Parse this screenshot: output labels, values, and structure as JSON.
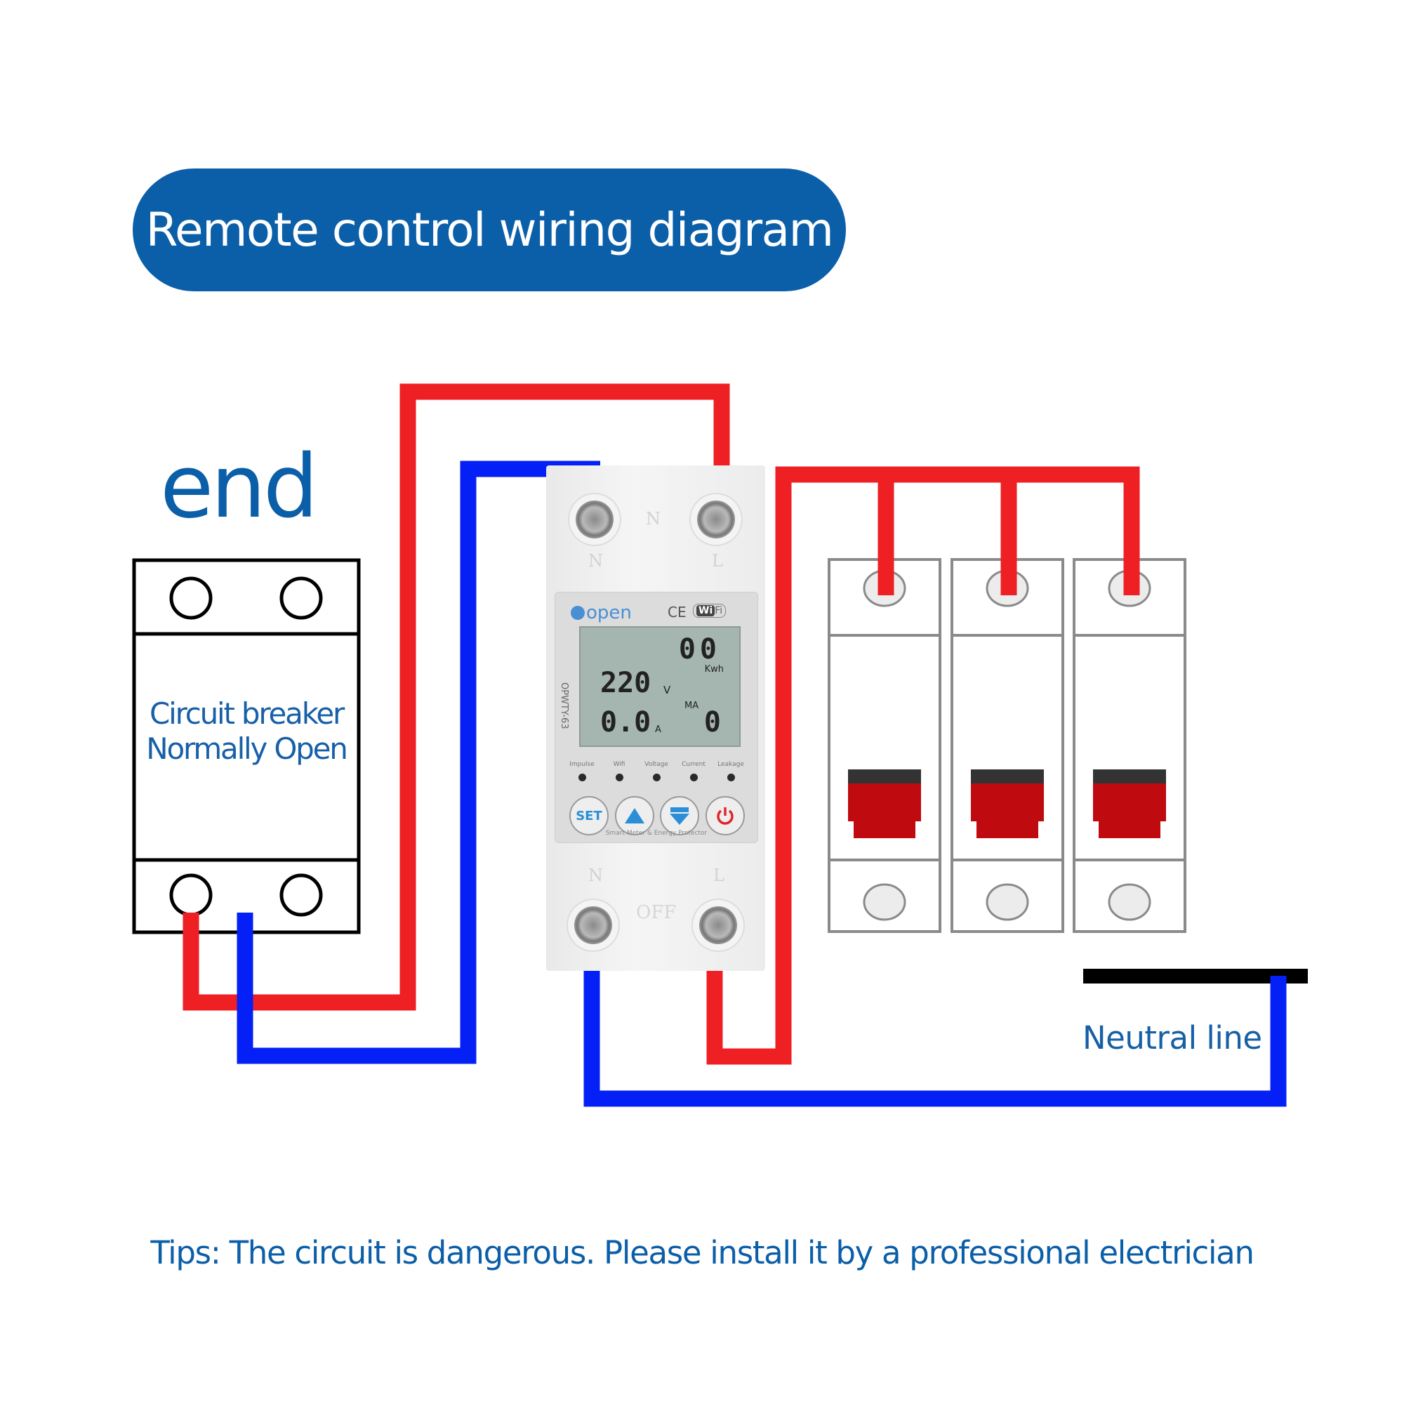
{
  "title": "Remote control wiring diagram",
  "end_label": "end",
  "circuit_breaker": {
    "line1": "Circuit breaker",
    "line2": "Normally Open"
  },
  "meter": {
    "brand": "open",
    "ce_mark": "CE",
    "wifi_badge": [
      "Wi",
      "Fi"
    ],
    "model": "OPWTY-63",
    "top_terminals": [
      "N",
      "N",
      "L"
    ],
    "bottom_terminals": [
      "N",
      "L"
    ],
    "bottom_mark": "OFF",
    "lcd": {
      "energy": "00",
      "energy_unit": "Kwh",
      "voltage": "220",
      "voltage_unit": "V",
      "current": "0.0",
      "current_unit": "A",
      "leakage": "0",
      "leakage_unit": "MA"
    },
    "indicators": [
      "Impulse",
      "Wifi",
      "Voltage",
      "Current",
      "Leakage"
    ],
    "buttons": {
      "set": "SET",
      "up": "up-arrow-icon",
      "down": "down-arrow-icon",
      "power": "power-icon"
    },
    "footnote": "Smart Meter & Energy Protector"
  },
  "mcb_count": 3,
  "neutral_label": "Neutral line",
  "tips": "Tips: The circuit is dangerous. Please install it by a professional electrician",
  "colors": {
    "live_wire": "#ee2024",
    "neutral_wire": "#0420f6",
    "neutral_bar": "#000000",
    "accent": "#0b5ea8",
    "mcb_toggle": "#bf0a10"
  }
}
